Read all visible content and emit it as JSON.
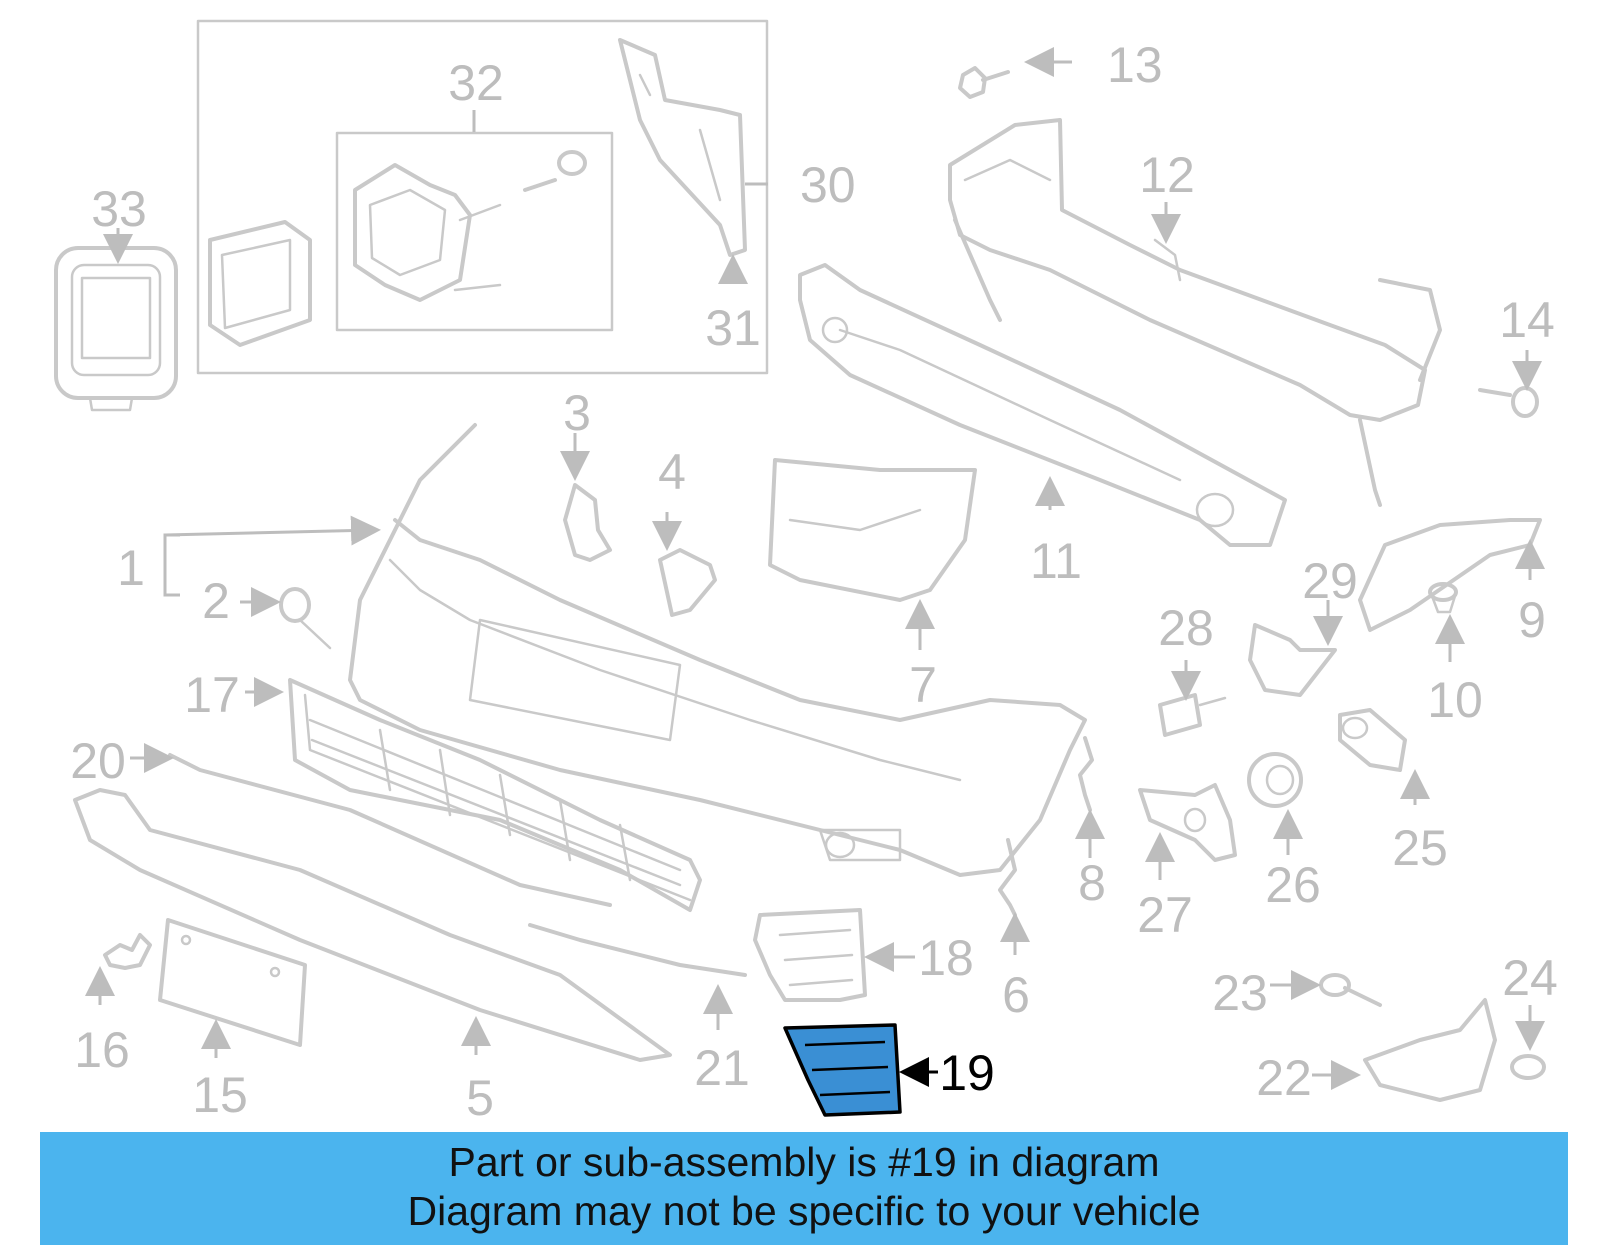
{
  "labels": {
    "p1": "1",
    "p2": "2",
    "p3": "3",
    "p4": "4",
    "p5": "5",
    "p6": "6",
    "p7": "7",
    "p8": "8",
    "p9": "9",
    "p10": "10",
    "p11": "11",
    "p12": "12",
    "p13": "13",
    "p14": "14",
    "p15": "15",
    "p16": "16",
    "p17": "17",
    "p18": "18",
    "p19": "19",
    "p20": "20",
    "p21": "21",
    "p22": "22",
    "p23": "23",
    "p24": "24",
    "p25": "25",
    "p26": "26",
    "p27": "27",
    "p28": "28",
    "p29": "29",
    "p30": "30",
    "p31": "31",
    "p32": "32",
    "p33": "33"
  },
  "banner": {
    "line1": "Part or sub-assembly is #19 in diagram",
    "line2": "Diagram may not be specific to your vehicle"
  },
  "colors": {
    "highlight": "#3a8fd4",
    "banner": "#4bb4ee",
    "lines": "#c9c9c9"
  }
}
